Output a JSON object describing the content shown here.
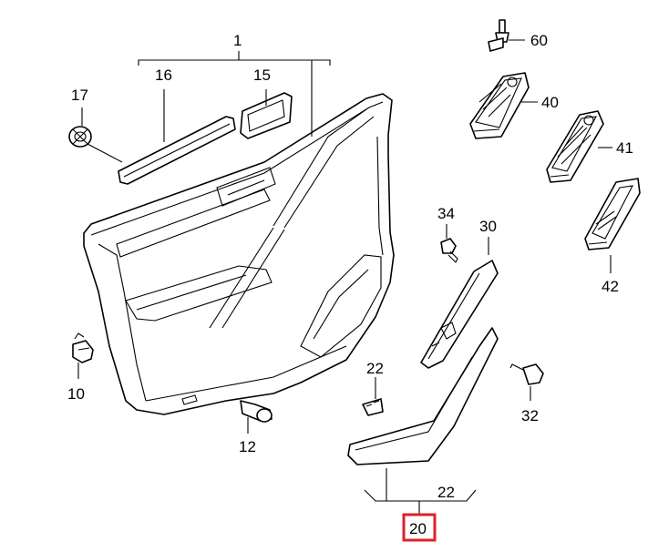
{
  "diagram": {
    "title": "Door trim panel exploded parts diagram",
    "highlight_color": "#e0202a",
    "callouts": {
      "c1": "1",
      "c16": "16",
      "c15": "15",
      "c17": "17",
      "c60": "60",
      "c40": "40",
      "c41": "41",
      "c42": "42",
      "c34": "34",
      "c30": "30",
      "c10": "10",
      "c22a": "22",
      "c32": "32",
      "c12": "12",
      "c22b": "22",
      "c20": "20"
    },
    "highlighted_callout": "20"
  }
}
